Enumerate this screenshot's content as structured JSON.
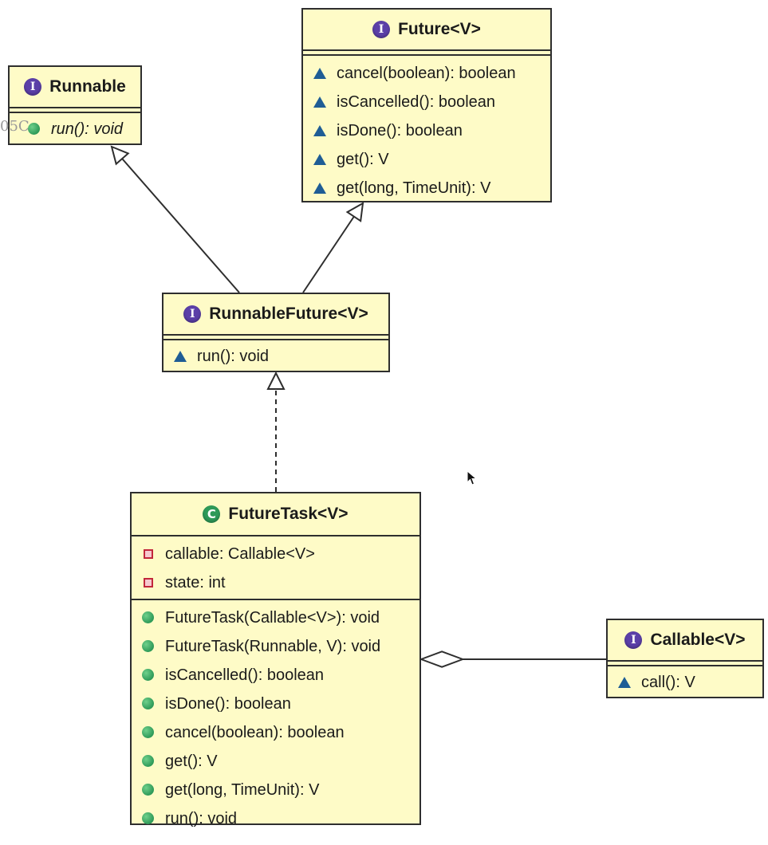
{
  "classes": {
    "runnable": {
      "kind": "interface",
      "name": "Runnable",
      "methods": [
        {
          "visibility": "public-abstract",
          "signature": "run(): void"
        }
      ]
    },
    "future": {
      "kind": "interface",
      "name": "Future<V>",
      "methods": [
        {
          "visibility": "package",
          "signature": "cancel(boolean): boolean"
        },
        {
          "visibility": "package",
          "signature": "isCancelled(): boolean"
        },
        {
          "visibility": "package",
          "signature": "isDone(): boolean"
        },
        {
          "visibility": "package",
          "signature": "get(): V"
        },
        {
          "visibility": "package",
          "signature": "get(long, TimeUnit): V"
        }
      ]
    },
    "runnable_future": {
      "kind": "interface",
      "name": "RunnableFuture<V>",
      "methods": [
        {
          "visibility": "package",
          "signature": "run(): void"
        }
      ]
    },
    "future_task": {
      "kind": "class",
      "name": "FutureTask<V>",
      "fields": [
        {
          "visibility": "private",
          "signature": "callable: Callable<V>"
        },
        {
          "visibility": "private",
          "signature": "state: int"
        }
      ],
      "methods": [
        {
          "visibility": "public",
          "signature": "FutureTask(Callable<V>): void"
        },
        {
          "visibility": "public",
          "signature": "FutureTask(Runnable, V): void"
        },
        {
          "visibility": "public",
          "signature": "isCancelled(): boolean"
        },
        {
          "visibility": "public",
          "signature": "isDone(): boolean"
        },
        {
          "visibility": "public",
          "signature": "cancel(boolean): boolean"
        },
        {
          "visibility": "public",
          "signature": "get(): V"
        },
        {
          "visibility": "public",
          "signature": "get(long, TimeUnit): V"
        },
        {
          "visibility": "public",
          "signature": "run(): void"
        }
      ]
    },
    "callable": {
      "kind": "interface",
      "name": "Callable<V>",
      "methods": [
        {
          "visibility": "package",
          "signature": "call(): V"
        }
      ]
    }
  },
  "relations": [
    {
      "type": "generalization",
      "from": "RunnableFuture<V>",
      "to": "Runnable"
    },
    {
      "type": "generalization",
      "from": "RunnableFuture<V>",
      "to": "Future<V>"
    },
    {
      "type": "realization",
      "from": "FutureTask<V>",
      "to": "RunnableFuture<V>"
    },
    {
      "type": "aggregation",
      "from": "FutureTask<V>",
      "to": "Callable<V>"
    }
  ],
  "badges": {
    "interface": "I",
    "class": "C"
  },
  "ghost_text": "05C",
  "colors": {
    "box_fill": "#fefbc7",
    "border": "#2e2e2e",
    "interface_badge": "#5b3fa8",
    "class_badge": "#2e9a58",
    "package_icon": "#1f5d95",
    "private_icon": "#c2273b"
  },
  "icons": {
    "interface": "interface-badge-icon",
    "class": "class-badge-icon",
    "package": "package-visibility-triangle-icon",
    "public": "public-visibility-circle-icon",
    "private": "private-visibility-square-icon",
    "pointer": "mouse-pointer-icon"
  }
}
